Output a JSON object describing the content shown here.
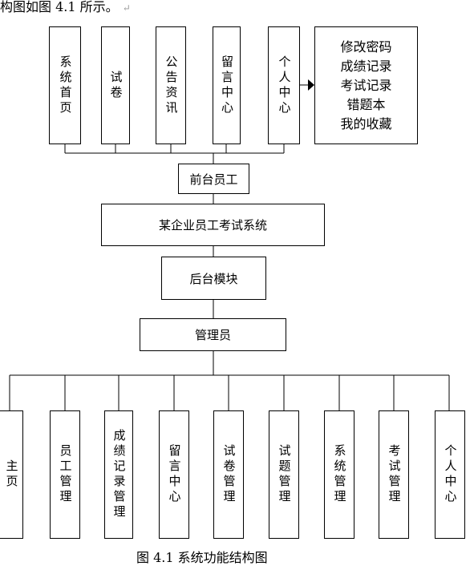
{
  "caption_top": "构图如图 4.1 所示。",
  "caption_top_mark": "↵",
  "caption_bottom": "图 4.1 系统功能结构图",
  "front": {
    "modules": [
      "系统首页",
      "试卷",
      "公告资讯",
      "留言中心",
      "个人中心"
    ],
    "personal_center_items": [
      "修改密码",
      "成绩记录",
      "考试记录",
      "错题本",
      "我的收藏"
    ],
    "front_staff": "前台员工"
  },
  "system_name": "某企业员工考试系统",
  "backend_module": "后台模块",
  "admin": "管理员",
  "admin_modules": [
    "主页",
    "员工管理",
    "成绩记录管理",
    "留言中心",
    "试卷管理",
    "试题管理",
    "系统管理",
    "考试管理",
    "个人中心"
  ]
}
